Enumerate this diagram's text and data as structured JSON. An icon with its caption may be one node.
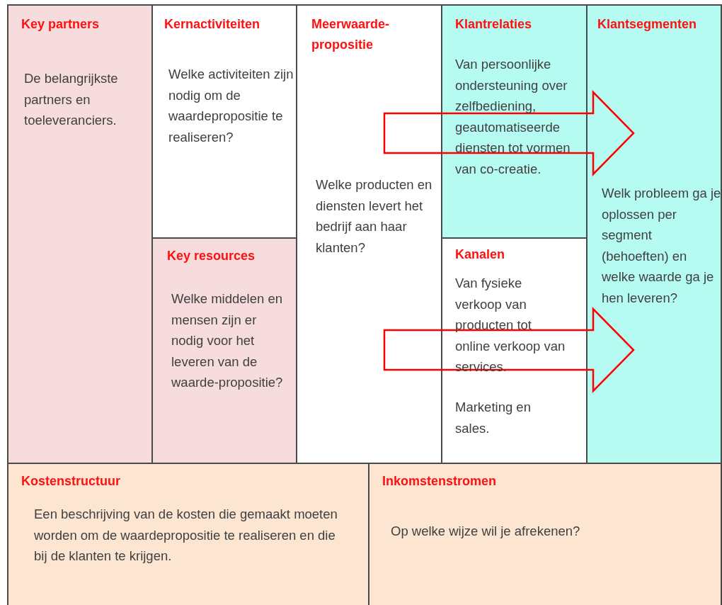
{
  "diagram": {
    "nodes": [
      {
        "text": [
          "Key partners",
          "De belangrijkste partners en toeleveranciers."
        ]
      },
      {
        "text": [
          "Kernactiviteiten",
          "Welke activiteiten zijn nodig om de waardepropositie te realiseren?"
        ]
      },
      {
        "text": [
          "Meerwaarde-propositie",
          "Welke producten en diensten levert het bedrijf aan haar klanten?"
        ]
      },
      {
        "text": [
          "Klantrelaties",
          "Van persoonlijke ondersteuning over zelfbediening, geautomatiseerde diensten tot vormen van co-creatie."
        ]
      },
      {
        "text": [
          "Klantsegmenten",
          "Welk probleem ga je oplossen per segment (behoeften) en welke waarde ga je hen leveren?"
        ]
      },
      {
        "text": [
          "Key resources",
          "Welke middelen en mensen zijn er nodig voor het leveren van de waarde-propositie?"
        ]
      },
      {
        "text": [
          "Kanalen",
          "Van fysieke verkoop van producten tot online verkoop van services.",
          "Marketing en sales."
        ]
      },
      {
        "text": [
          "Kostenstructuur",
          "Een beschrijving van de kosten die gemaakt moeten worden om de waardepropositie te realiseren en die bij de klanten te krijgen."
        ]
      },
      {
        "text": [
          "Inkomstenstromen",
          "Op welke wijze wil je afrekenen?"
        ]
      }
    ],
    "edges": [
      {
        "from": 2,
        "to": 4,
        "arrow": "to"
      },
      {
        "from": 2,
        "to": 4,
        "arrow": "to"
      }
    ]
  }
}
